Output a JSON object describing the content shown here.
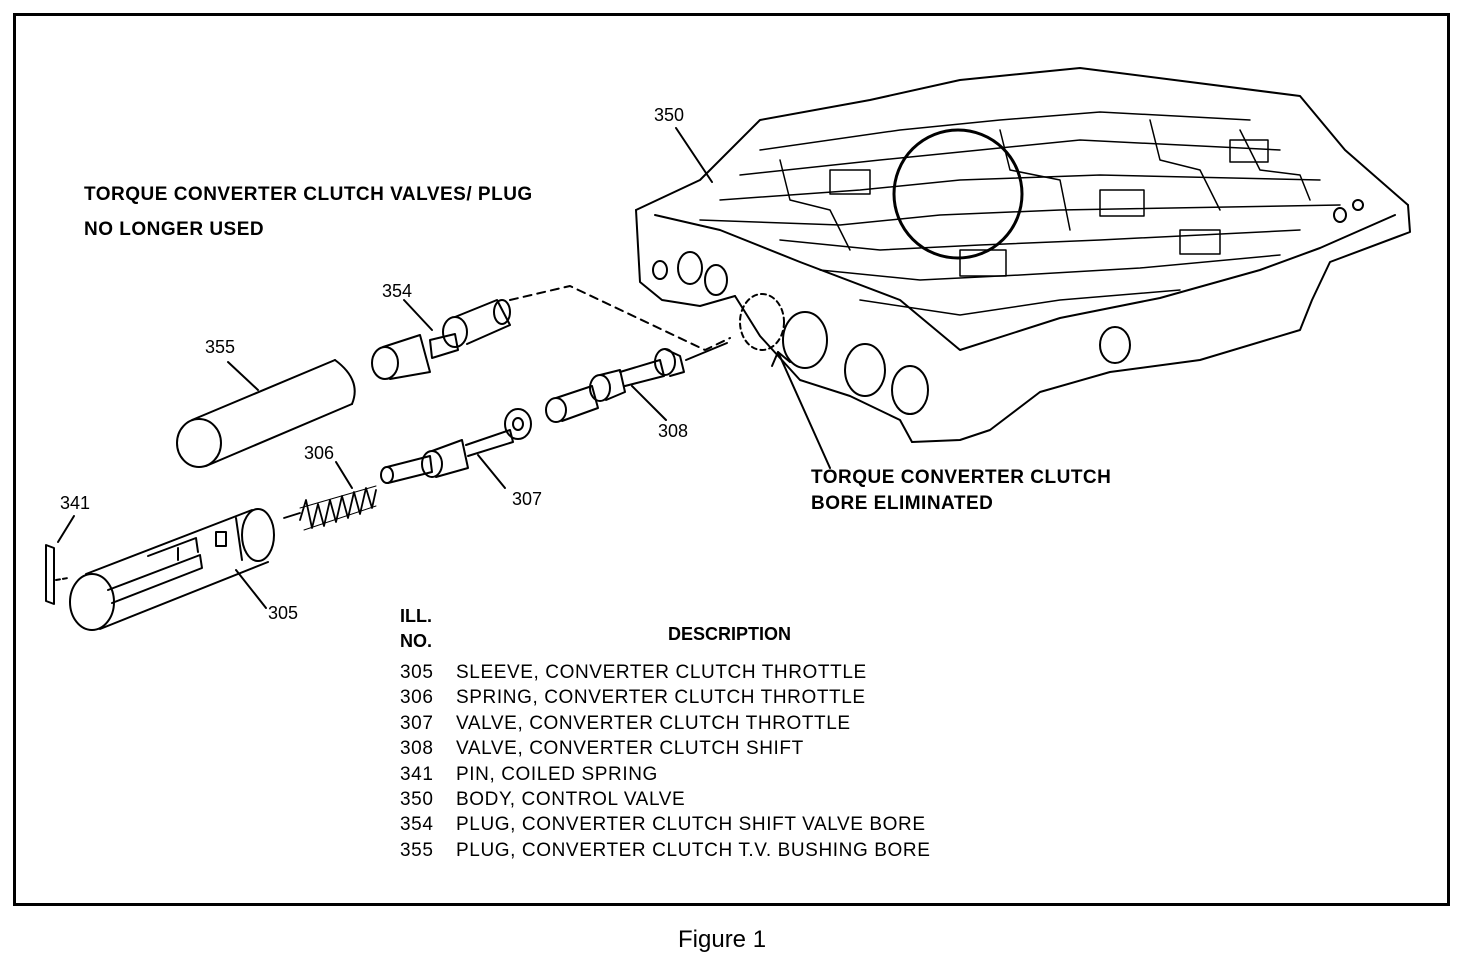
{
  "note_removed": {
    "line1": "TORQUE CONVERTER CLUTCH VALVES/ PLUG",
    "line2": "NO LONGER USED"
  },
  "note_bore": {
    "line1": "TORQUE CONVERTER CLUTCH",
    "line2": "BORE ELIMINATED"
  },
  "callouts": {
    "c350": "350",
    "c354": "354",
    "c355": "355",
    "c308": "308",
    "c306": "306",
    "c307": "307",
    "c341": "341",
    "c305": "305"
  },
  "legend_header": {
    "ill": "ILL.",
    "no": "NO.",
    "description": "DESCRIPTION"
  },
  "legend": [
    {
      "no": "305",
      "desc": "SLEEVE, CONVERTER CLUTCH THROTTLE"
    },
    {
      "no": "306",
      "desc": "SPRING, CONVERTER CLUTCH THROTTLE"
    },
    {
      "no": "307",
      "desc": "VALVE, CONVERTER CLUTCH THROTTLE"
    },
    {
      "no": "308",
      "desc": "VALVE, CONVERTER CLUTCH SHIFT"
    },
    {
      "no": "341",
      "desc": "PIN, COILED SPRING"
    },
    {
      "no": "350",
      "desc": "BODY, CONTROL VALVE"
    },
    {
      "no": "354",
      "desc": "PLUG, CONVERTER CLUTCH SHIFT VALVE BORE"
    },
    {
      "no": "355",
      "desc": "PLUG, CONVERTER CLUTCH T.V. BUSHING BORE"
    }
  ],
  "caption": "Figure 1"
}
